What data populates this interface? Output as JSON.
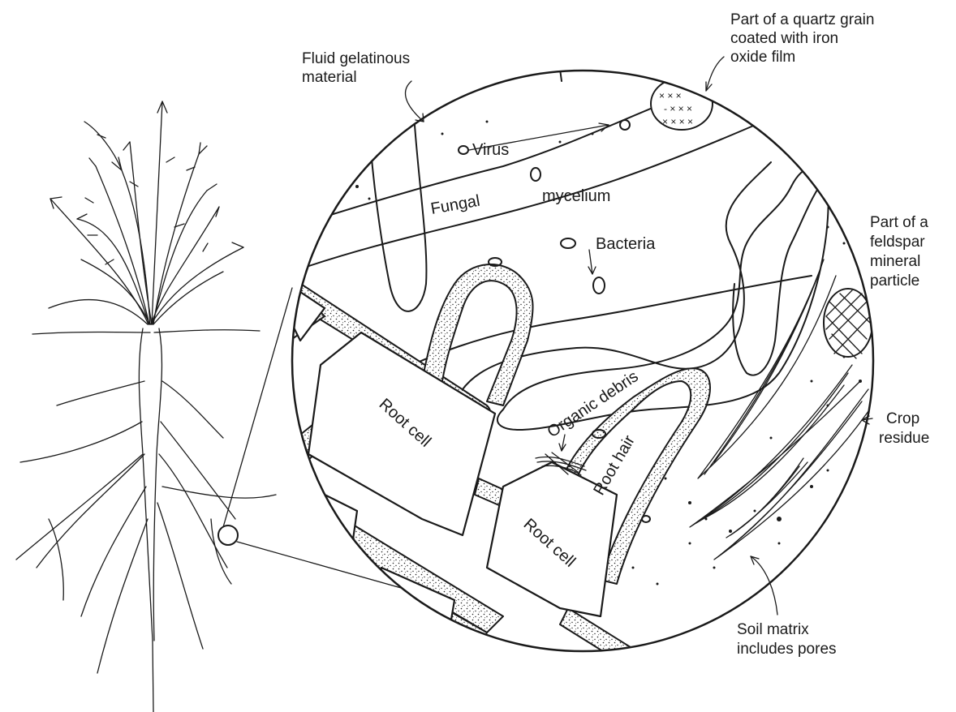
{
  "labels": {
    "fluid_gelatinous": [
      "Fluid gelatinous",
      "material"
    ],
    "quartz_grain": [
      "Part of a quartz grain",
      "coated with iron",
      "oxide film"
    ],
    "feldspar": [
      "Part of a",
      "feldspar",
      "mineral",
      "particle"
    ],
    "crop_residue": [
      "Crop",
      "residue"
    ],
    "soil_matrix": [
      "Soil matrix",
      "includes pores"
    ],
    "virus": "Virus",
    "fungal": "Fungal",
    "mycelium": "mycelium",
    "bacteria": "Bacteria",
    "root_cell": "Root cell",
    "organic_debris": "Organic  debris",
    "root_hair": "Root hair"
  }
}
